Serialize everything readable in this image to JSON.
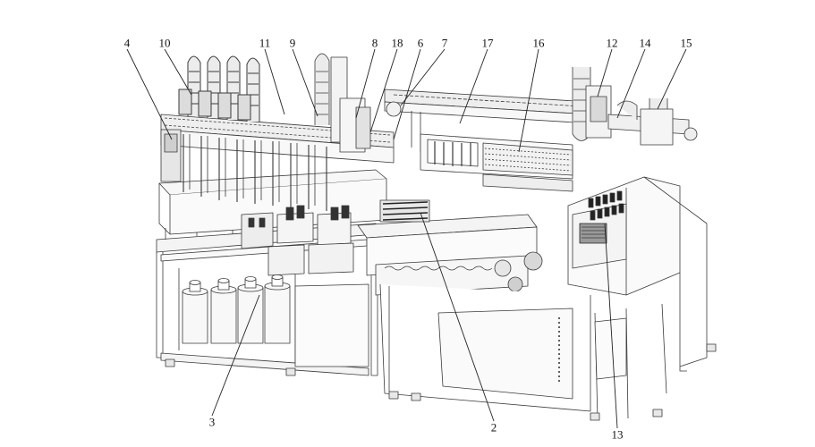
{
  "callouts": [
    {
      "id": "4",
      "label": "4"
    },
    {
      "id": "10",
      "label": "10"
    },
    {
      "id": "11",
      "label": "11"
    },
    {
      "id": "9",
      "label": "9"
    },
    {
      "id": "8",
      "label": "8"
    },
    {
      "id": "18",
      "label": "18"
    },
    {
      "id": "6",
      "label": "6"
    },
    {
      "id": "7",
      "label": "7"
    },
    {
      "id": "17",
      "label": "17"
    },
    {
      "id": "16",
      "label": "16"
    },
    {
      "id": "12",
      "label": "12"
    },
    {
      "id": "14",
      "label": "14"
    },
    {
      "id": "15",
      "label": "15"
    },
    {
      "id": "3",
      "label": "3"
    },
    {
      "id": "2",
      "label": "2"
    },
    {
      "id": "13",
      "label": "13"
    }
  ],
  "colors": {
    "line": "#3a3a3a",
    "fill": "#f4f4f4",
    "dark": "#222222"
  }
}
